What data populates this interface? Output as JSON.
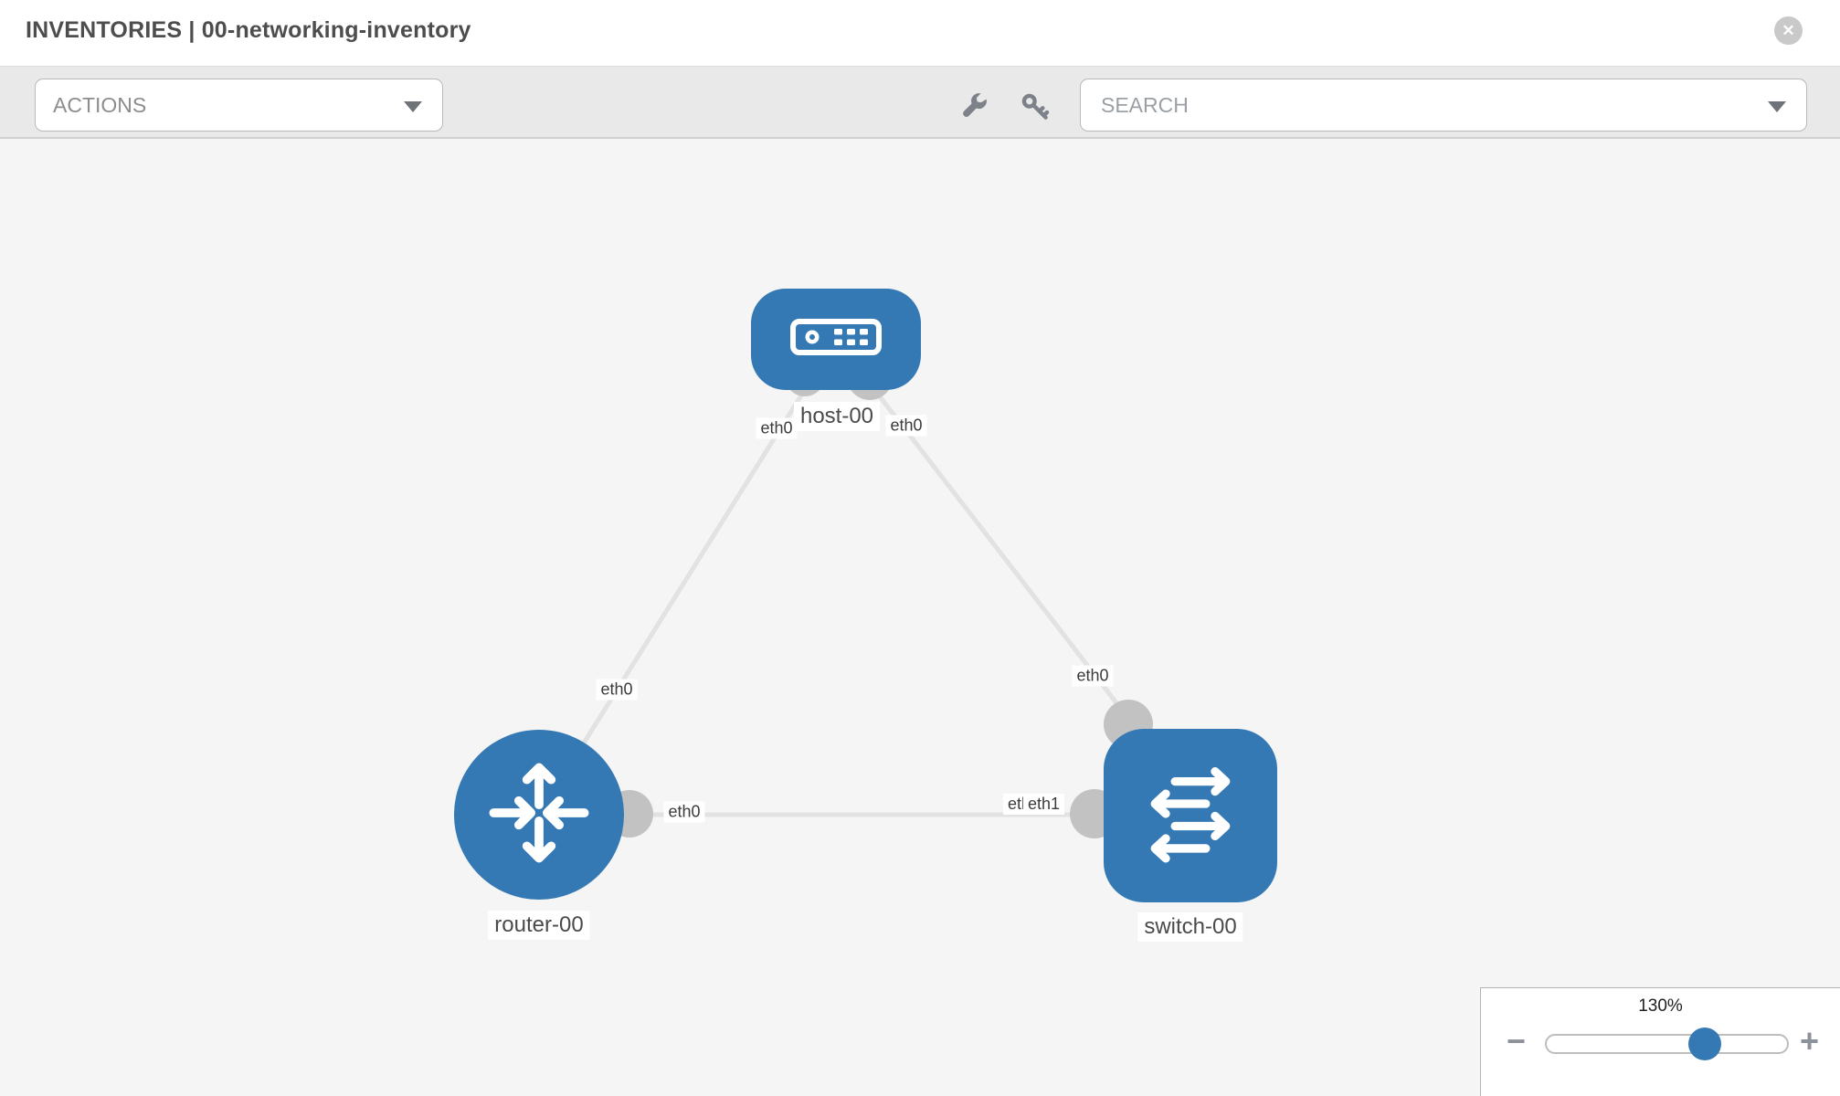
{
  "header": {
    "title": "INVENTORIES | 00-networking-inventory",
    "close_icon": "✕"
  },
  "toolbar": {
    "actions_label": "ACTIONS",
    "search_placeholder": "SEARCH"
  },
  "topology": {
    "nodes": [
      {
        "id": "host-00",
        "type": "host",
        "label": "host-00"
      },
      {
        "id": "router-00",
        "type": "router",
        "label": "router-00"
      },
      {
        "id": "switch-00",
        "type": "switch",
        "label": "switch-00"
      }
    ],
    "links": [
      {
        "from": "host-00",
        "to": "router-00",
        "from_interface": "eth0",
        "to_interface": "eth0"
      },
      {
        "from": "host-00",
        "to": "switch-00",
        "from_interface": "eth0",
        "to_interface": "eth0"
      },
      {
        "from": "router-00",
        "to": "switch-00",
        "from_interface": "eth0",
        "to_interface": "eth1",
        "to_interface_overlapped": "eth0"
      }
    ]
  },
  "zoom_control": {
    "level": "130%",
    "zoom_out_label": "−",
    "zoom_in_label": "+"
  },
  "icons": {
    "close": "close-icon",
    "wrench": "wrench-icon",
    "key": "key-icon",
    "dropdown_caret": "chevron-down-icon",
    "host": "server-icon",
    "router": "router-arrows-icon",
    "switch": "switch-arrows-icon",
    "zoom_out": "minus-icon",
    "zoom_in": "plus-icon"
  },
  "colors": {
    "node_blue": "#3579b4",
    "connector_gray": "#c2c2c2",
    "link_gray": "#e2e2e2",
    "canvas_bg": "#f5f5f5",
    "toolbar_bg": "#e9e9e9"
  }
}
